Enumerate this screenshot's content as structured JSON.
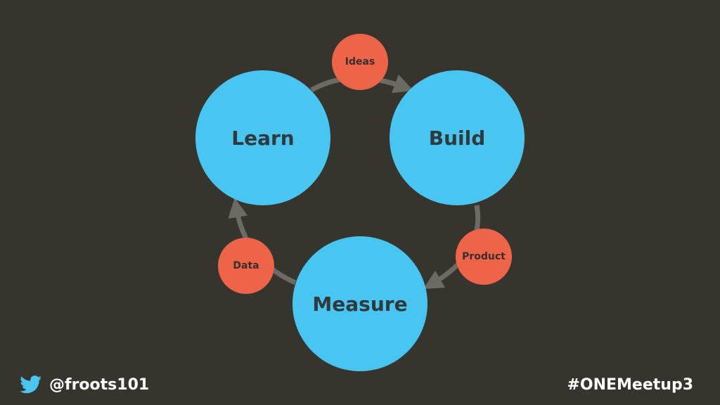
{
  "nodes": {
    "learn": "Learn",
    "build": "Build",
    "measure": "Measure",
    "ideas": "Ideas",
    "product": "Product",
    "data": "Data"
  },
  "footer": {
    "twitter_handle": "@froots101",
    "hashtag": "#ONEMeetup3"
  },
  "colors": {
    "background": "#35352d",
    "stage_circle": "#48c5f0",
    "artifact_circle": "#ee6448",
    "arrow": "#6b6b64"
  },
  "icons": {
    "footer_left": "twitter-bird-icon"
  }
}
